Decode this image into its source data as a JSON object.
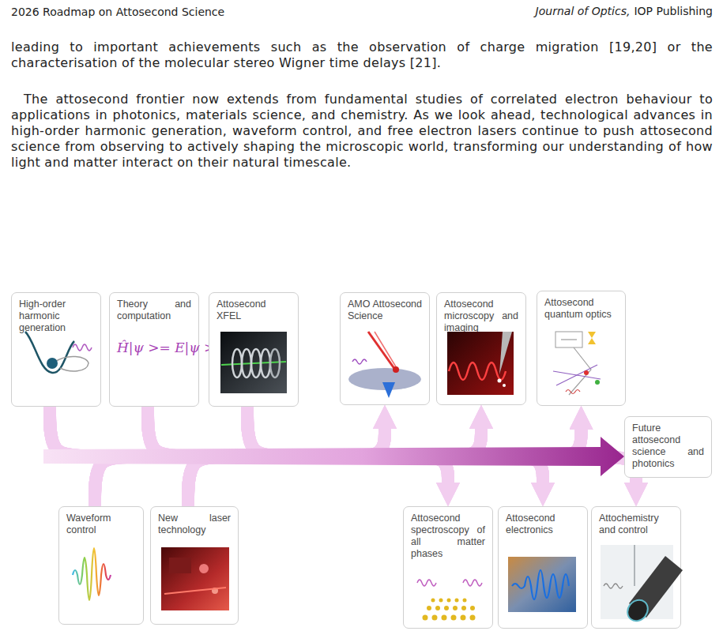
{
  "diagram": {
    "nodes": [
      {
        "text": [
          "High-order harmonic generation"
        ]
      },
      {
        "text": [
          "Theory and computation",
          "Ĥ|ψ >= E|ψ >"
        ]
      },
      {
        "text": [
          "Attosecond XFEL"
        ]
      },
      {
        "text": [
          "AMO Attosecond Science"
        ]
      },
      {
        "text": [
          "Attosecond microscopy and imaging"
        ]
      },
      {
        "text": [
          "Attosecond quantum optics"
        ]
      },
      {
        "text": [
          "Future attosecond science and photonics"
        ]
      },
      {
        "text": [
          "Waveform control"
        ]
      },
      {
        "text": [
          "New laser technology"
        ]
      },
      {
        "text": [
          "Attosecond spectroscopy of all matter phases"
        ]
      },
      {
        "text": [
          "Attosecond electronics"
        ]
      },
      {
        "text": [
          "Attochemistry and control"
        ]
      }
    ],
    "edges": [
      {
        "from": 0,
        "to": 3,
        "arrow": "to"
      },
      {
        "from": 0,
        "to": 4,
        "arrow": "to"
      },
      {
        "from": 0,
        "to": 5,
        "arrow": "to"
      },
      {
        "from": 0,
        "to": 6,
        "arrow": "to"
      },
      {
        "from": 0,
        "to": 9,
        "arrow": "to"
      },
      {
        "from": 0,
        "to": 10,
        "arrow": "to"
      },
      {
        "from": 0,
        "to": 11,
        "arrow": "to"
      },
      {
        "from": 1,
        "to": 3,
        "arrow": "to"
      },
      {
        "from": 1,
        "to": 4,
        "arrow": "to"
      },
      {
        "from": 1,
        "to": 5,
        "arrow": "to"
      },
      {
        "from": 1,
        "to": 6,
        "arrow": "to"
      },
      {
        "from": 1,
        "to": 9,
        "arrow": "to"
      },
      {
        "from": 1,
        "to": 10,
        "arrow": "to"
      },
      {
        "from": 1,
        "to": 11,
        "arrow": "to"
      },
      {
        "from": 2,
        "to": 3,
        "arrow": "to"
      },
      {
        "from": 2,
        "to": 4,
        "arrow": "to"
      },
      {
        "from": 2,
        "to": 5,
        "arrow": "to"
      },
      {
        "from": 2,
        "to": 6,
        "arrow": "to"
      },
      {
        "from": 2,
        "to": 9,
        "arrow": "to"
      },
      {
        "from": 2,
        "to": 10,
        "arrow": "to"
      },
      {
        "from": 2,
        "to": 11,
        "arrow": "to"
      },
      {
        "from": 7,
        "to": 3,
        "arrow": "to"
      },
      {
        "from": 7,
        "to": 4,
        "arrow": "to"
      },
      {
        "from": 7,
        "to": 5,
        "arrow": "to"
      },
      {
        "from": 7,
        "to": 6,
        "arrow": "to"
      },
      {
        "from": 7,
        "to": 9,
        "arrow": "to"
      },
      {
        "from": 7,
        "to": 10,
        "arrow": "to"
      },
      {
        "from": 7,
        "to": 11,
        "arrow": "to"
      },
      {
        "from": 8,
        "to": 3,
        "arrow": "to"
      },
      {
        "from": 8,
        "to": 4,
        "arrow": "to"
      },
      {
        "from": 8,
        "to": 5,
        "arrow": "to"
      },
      {
        "from": 8,
        "to": 6,
        "arrow": "to"
      },
      {
        "from": 8,
        "to": 9,
        "arrow": "to"
      },
      {
        "from": 8,
        "to": 10,
        "arrow": "to"
      },
      {
        "from": 8,
        "to": 11,
        "arrow": "to"
      }
    ],
    "labels": [
      "2026 Roadmap on Attosecond Science",
      "Journal of Optics,",
      "IOP Publishing",
      "leading to important achievements such as the observation of charge migration [19,20] or the characterisation of the molecular stereo Wigner time delays [21].",
      "The attosecond frontier now extends from fundamental studies of correlated electron behaviour to applications in photonics, materials science, and chemistry. As we look ahead, technological advances in high-order harmonic generation, waveform control, and free electron lasers continue to push attosecond science from observing to actively shaping the microscopic world, transforming our understanding of how light and matter interact on their natural timescale."
    ]
  }
}
